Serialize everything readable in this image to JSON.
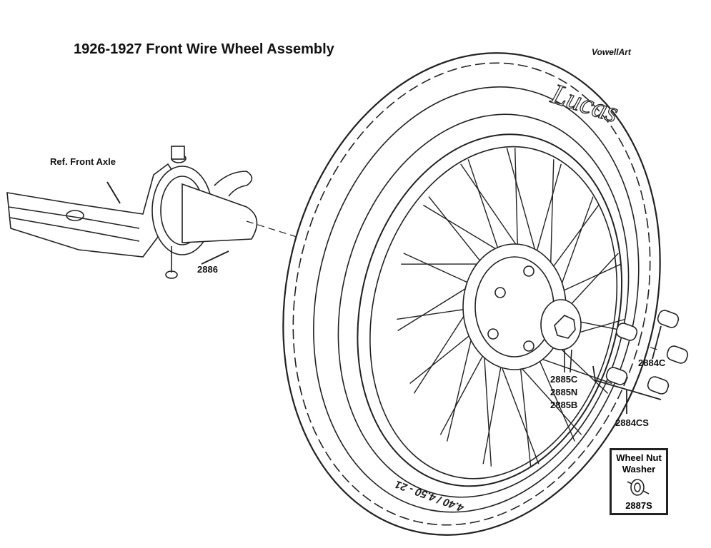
{
  "title": "1926-1927 Front Wire Wheel Assembly",
  "credit": "VowellArt",
  "tire": {
    "brand": "Lucas",
    "size": "4.40 / 4.50 - 21"
  },
  "labels": {
    "front_axle": "Ref. Front Axle",
    "spindle": "2886",
    "hub_cap_1": "2885C",
    "hub_cap_2": "2885N",
    "hub_cap_3": "2885B",
    "nut": "2884C",
    "nut_set": "2884CS"
  },
  "washer_box": {
    "title_line1": "Wheel Nut",
    "title_line2": "Washer",
    "part": "2887S"
  }
}
